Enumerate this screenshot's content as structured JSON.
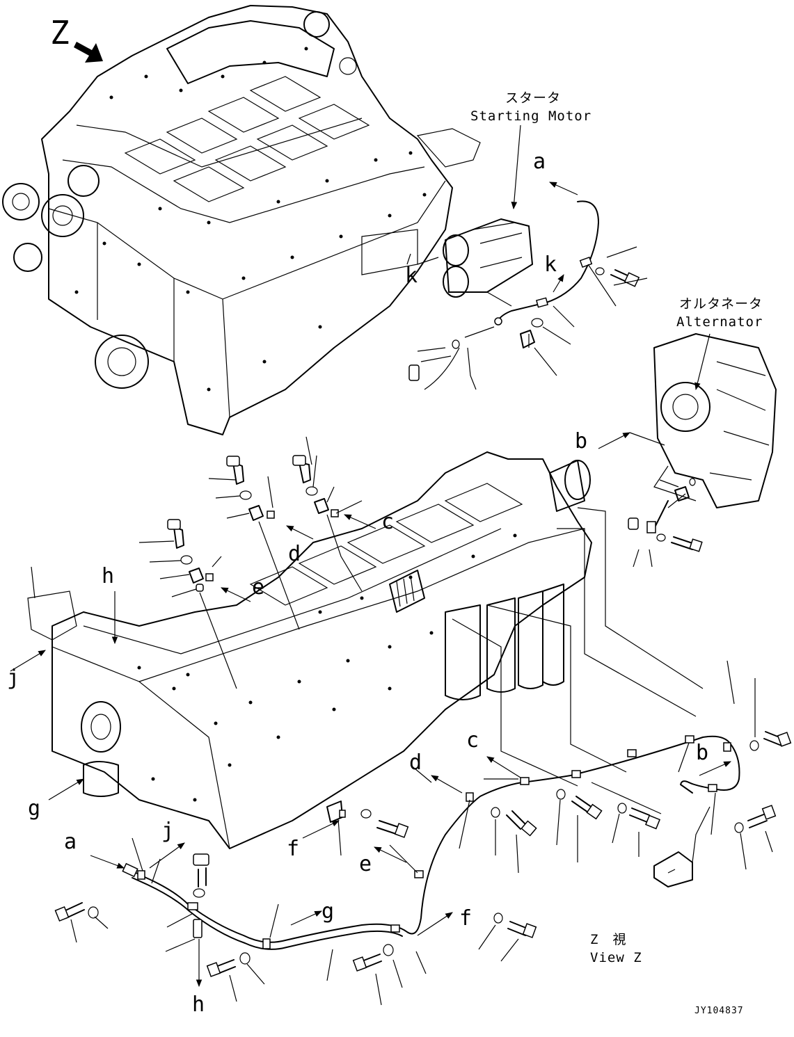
{
  "view_label": "Z",
  "component_labels": {
    "starter_jp": "スタータ",
    "starter_en": "Starting Motor",
    "alternator_jp": "オルタネータ",
    "alternator_en": "Alternator",
    "view_jp": "Z　視",
    "view_en": "View Z"
  },
  "callouts": {
    "a_top": "a",
    "k_left": "k",
    "k_right": "k",
    "b_top": "b",
    "c_top": "c",
    "d_top": "d",
    "e_top": "e",
    "h_top": "h",
    "j_left": "j",
    "g_left": "g",
    "c_mid": "c",
    "d_mid": "d",
    "b_right": "b",
    "a_bottom": "a",
    "j_bottom": "j",
    "f_mid": "f",
    "e_mid": "e",
    "g_bottom": "g",
    "f_bottom": "f",
    "h_bottom": "h"
  },
  "drawing_number": "JY104837"
}
